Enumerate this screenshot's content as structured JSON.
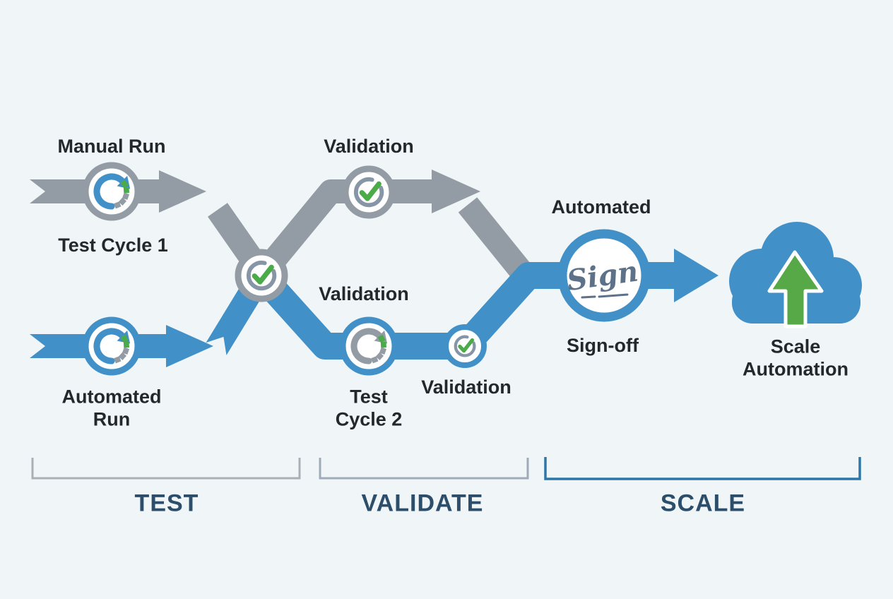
{
  "colors": {
    "bg": "#f0f5f7",
    "blue": "#4191c8",
    "gray": "#939ca4",
    "green": "#4aab48",
    "arrow-green": "#57a948",
    "slate": "#8796a6",
    "signature": "#5d7189",
    "text": "#23282d",
    "navy": "#2c4e6b",
    "bracket-test": "#a8b0b6",
    "bracket-validate": "#9fabb8",
    "bracket-scale": "#2d76a9"
  },
  "labels": {
    "manual_run": "Manual Run",
    "test_cycle_1": "Test Cycle 1",
    "validation_top": "Validation",
    "validation_mid": "Validation",
    "validation_small": "Validation",
    "automated_run": "Automated Run",
    "test_cycle_2": "Test Cycle 2",
    "automated": "Automated",
    "sign_off": "Sign-off",
    "signature": "Sign",
    "scale_automation": "Scale Automation"
  },
  "phases": [
    {
      "label": "TEST"
    },
    {
      "label": "VALIDATE"
    },
    {
      "label": "SCALE"
    }
  ],
  "icons": [
    "cycle-icon",
    "check-icon",
    "signature-icon",
    "cloud-icon",
    "up-arrow-icon",
    "flow-arrow"
  ]
}
